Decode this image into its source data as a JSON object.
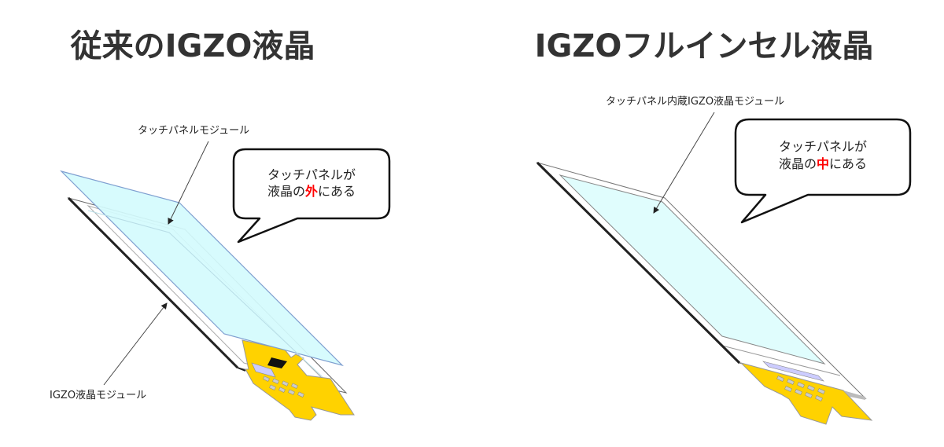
{
  "left": {
    "title": "従来のIGZO液晶",
    "touch_panel_label": "タッチパネルモジュール",
    "lcd_label": "IGZO液晶モジュール",
    "bubble": {
      "line1": "タッチパネルが",
      "line2_pre": "液晶の",
      "line2_highlight": "外",
      "line2_post": "にある"
    }
  },
  "right": {
    "title": "IGZOフルインセル液晶",
    "module_label": "タッチパネル内蔵IGZO液晶モジュール",
    "bubble": {
      "line1": "タッチパネルが",
      "line2_pre": "液晶の",
      "line2_highlight": "中",
      "line2_post": "にある"
    }
  },
  "colors": {
    "highlight": "#ff0000",
    "touch_panel": "#d4fbfd",
    "fpc": "#ffd200",
    "title": "#333333"
  }
}
